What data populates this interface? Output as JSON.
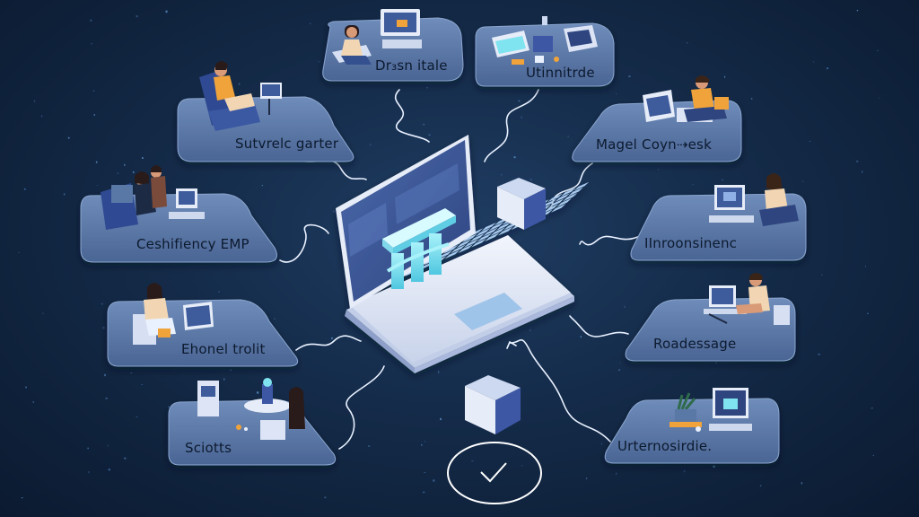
{
  "diagram": {
    "colors": {
      "background": "#142b49",
      "card_fill": "#5a78a6",
      "card_edge": "#8aa6cf",
      "connector": "#e9f1ff",
      "laptop_body": "#e6ecf8",
      "laptop_screen": "#3e5b9b",
      "cube_front": "#3d57a5",
      "cube_top": "#cdd9f0",
      "accent": "#7fe3f0",
      "person_skin": "#d99a78",
      "person_hair": "#2a1b1b",
      "shirt_orange": "#f0a33a"
    },
    "center": {
      "icon": "laptop-with-bridge-icon"
    },
    "nodes": [
      {
        "id": "top-left",
        "label": "Dr₃sn itale",
        "icon": "woman-with-monitor-icon"
      },
      {
        "id": "top-right",
        "label": "Utinnitrde",
        "icon": "hardware-devices-icon"
      },
      {
        "id": "left-1",
        "label": "Sutvrelc garter",
        "icon": "person-in-chair-icon"
      },
      {
        "id": "right-1",
        "label": "Magel Coyn⇢esk",
        "icon": "person-with-laptop-icon"
      },
      {
        "id": "left-2",
        "label": "Ceshifiency EMP",
        "icon": "couple-at-desk-icon"
      },
      {
        "id": "right-2",
        "label": "IInroonsinenc",
        "icon": "woman-at-computer-icon"
      },
      {
        "id": "left-3",
        "label": "Ehonel trolit",
        "icon": "woman-with-laptop-icon"
      },
      {
        "id": "right-3",
        "label": "Roadessage",
        "icon": "man-at-desk-icon"
      },
      {
        "id": "left-4",
        "label": "Sciotts",
        "icon": "figure-with-machines-icon"
      },
      {
        "id": "right-4",
        "label": "Urternosirdie.",
        "icon": "monitor-with-plant-icon"
      }
    ],
    "extras": {
      "top_cube_icon": "cube-icon",
      "bottom_cube_icon": "cube-icon",
      "checkmark_icon": "check-circle-icon"
    }
  }
}
